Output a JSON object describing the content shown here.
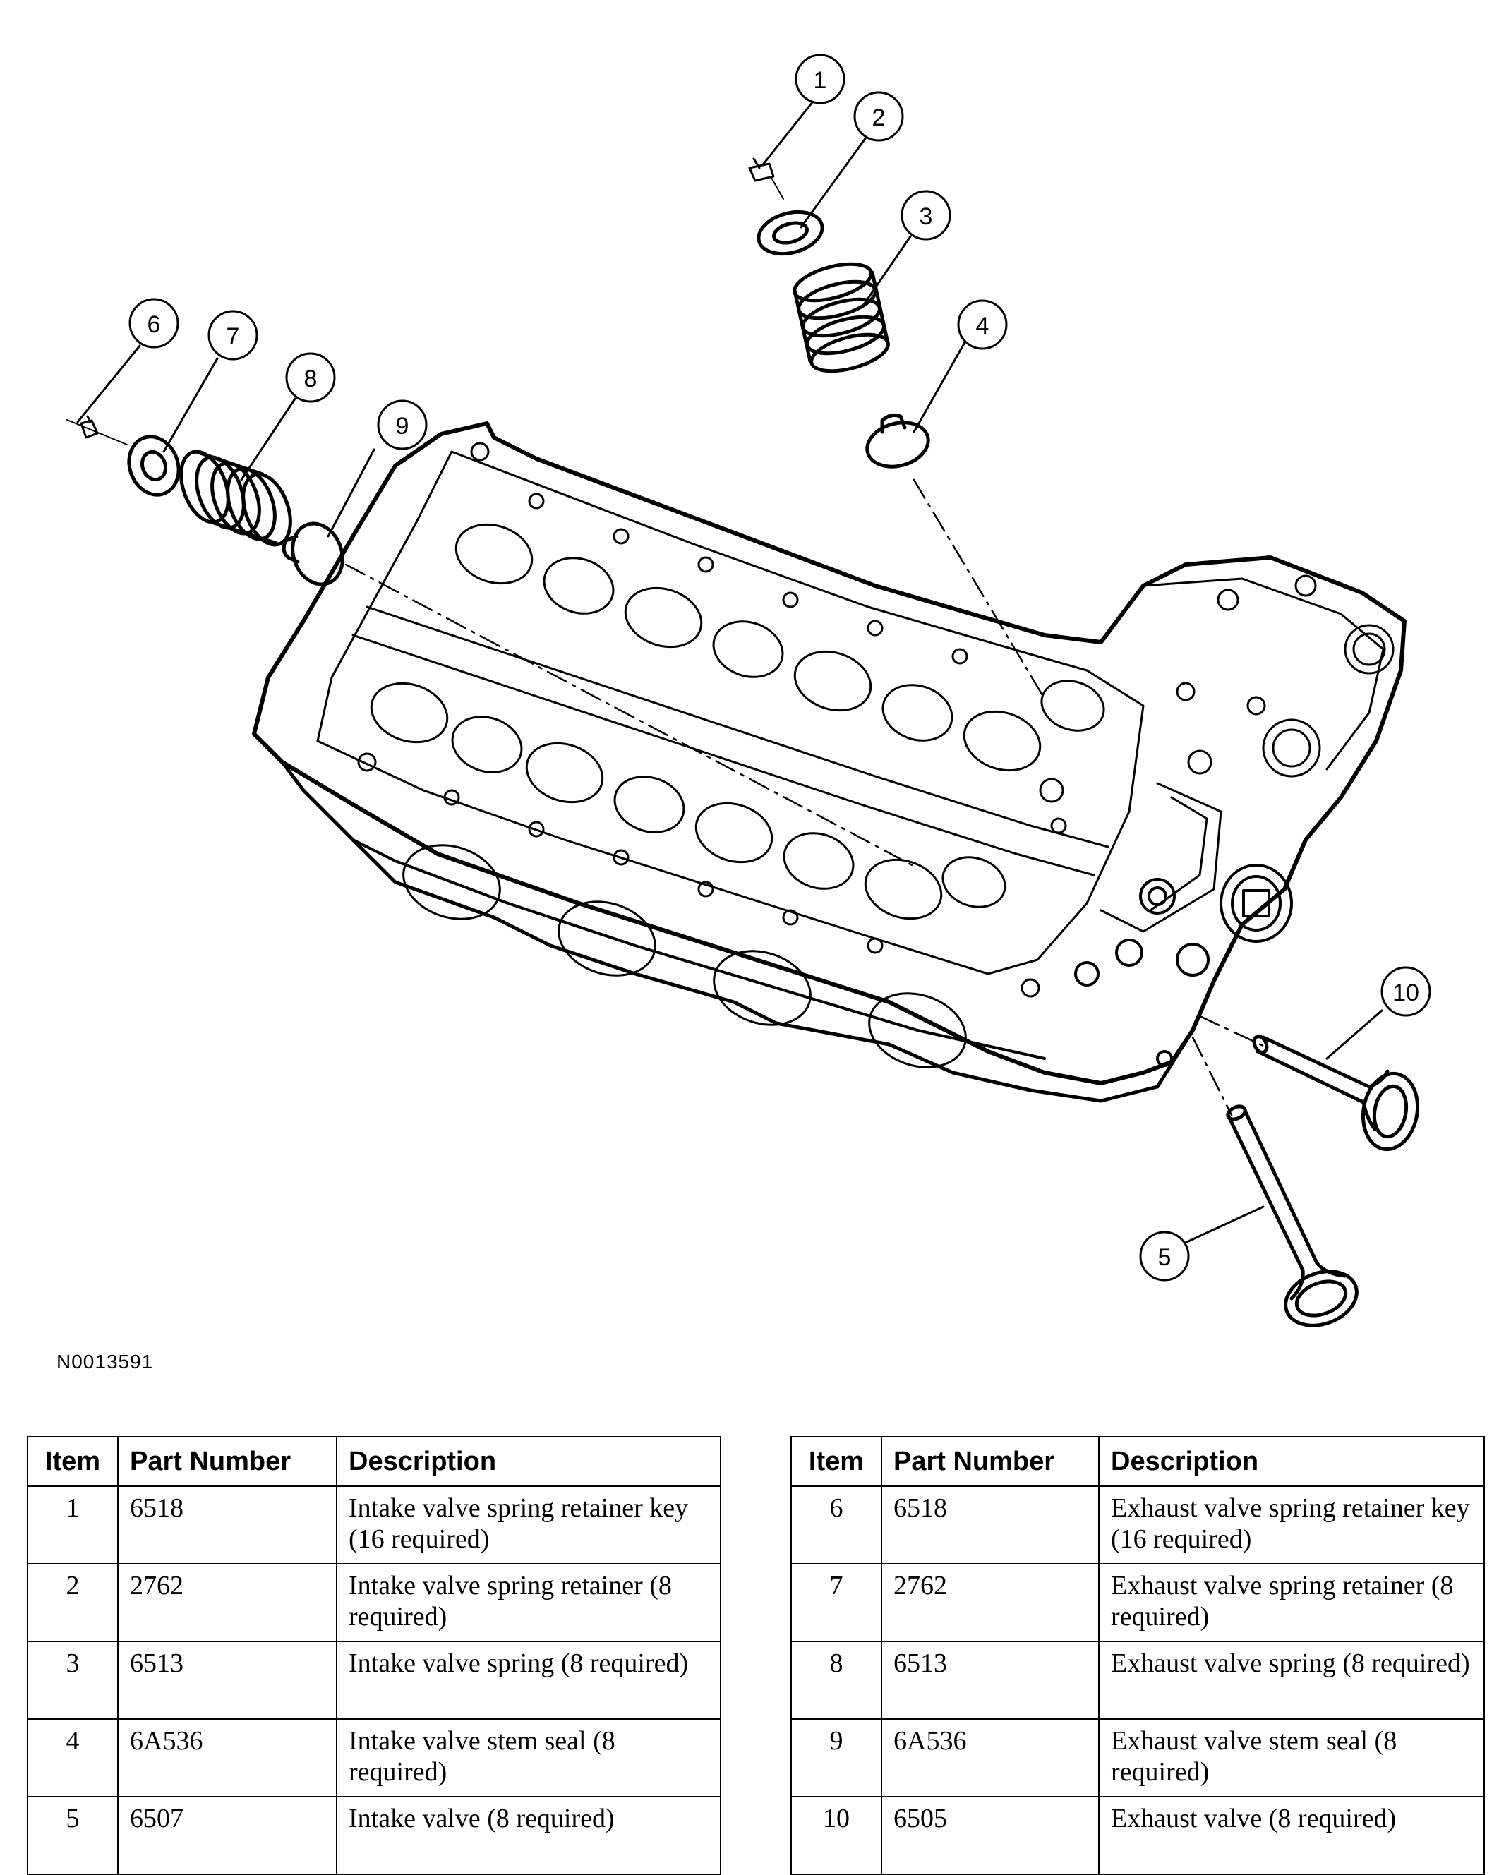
{
  "figure": {
    "id": "N0013591"
  },
  "callouts": [
    "1",
    "2",
    "3",
    "4",
    "5",
    "6",
    "7",
    "8",
    "9",
    "10"
  ],
  "headers": {
    "item": "Item",
    "part_number": "Part Number",
    "description": "Description"
  },
  "table_left": {
    "rows": [
      {
        "item": "1",
        "part": "6518",
        "description": "Intake valve spring retainer key (16 required)"
      },
      {
        "item": "2",
        "part": "2762",
        "description": "Intake valve spring retainer (8 required)"
      },
      {
        "item": "3",
        "part": "6513",
        "description": "Intake valve spring (8 required)"
      },
      {
        "item": "4",
        "part": "6A536",
        "description": "Intake valve stem seal (8 required)"
      },
      {
        "item": "5",
        "part": "6507",
        "description": "Intake valve (8 required)"
      }
    ]
  },
  "table_right": {
    "rows": [
      {
        "item": "6",
        "part": "6518",
        "description": "Exhaust valve spring retainer key (16 required)"
      },
      {
        "item": "7",
        "part": "2762",
        "description": "Exhaust valve spring retainer (8 required)"
      },
      {
        "item": "8",
        "part": "6513",
        "description": "Exhaust valve spring (8 required)"
      },
      {
        "item": "9",
        "part": "6A536",
        "description": "Exhaust valve stem seal (8 required)"
      },
      {
        "item": "10",
        "part": "6505",
        "description": "Exhaust valve (8 required)"
      }
    ]
  }
}
